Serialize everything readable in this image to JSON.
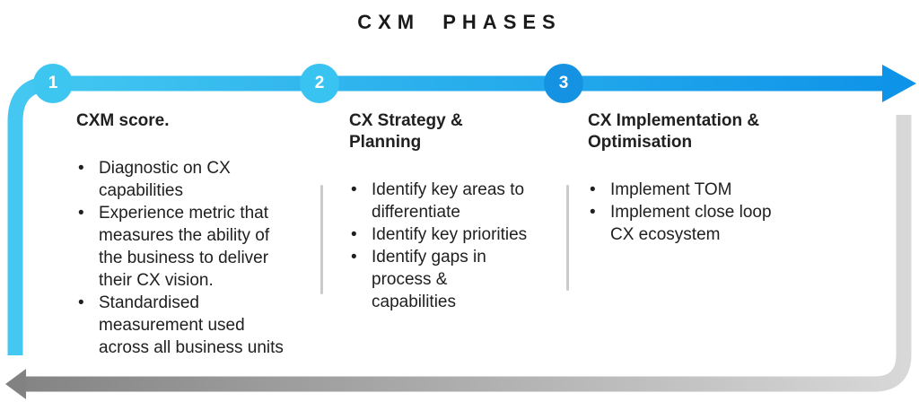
{
  "title": "CXM PHASES",
  "colors": {
    "cyan": "#45c9f1",
    "blue": "#0d93e8",
    "circle_1": "#3dc6f0",
    "circle_2": "#38c3f0",
    "circle_3": "#1692e2",
    "gray_dark": "#828282",
    "gray_light": "#d8d8d8",
    "divider": "#cbcbcb",
    "text": "#202020"
  },
  "phases": [
    {
      "number": "1",
      "heading": "CXM score.",
      "bullets": [
        [
          "Diagnostic on CX",
          "capabilities"
        ],
        [
          "Experience metric that",
          "measures the ability of",
          "the business to deliver",
          "their CX vision."
        ],
        [
          "Standardised",
          "measurement used",
          "across all business units"
        ]
      ]
    },
    {
      "number": "2",
      "heading": "CX Strategy &\nPlanning",
      "bullets": [
        [
          "Identify key areas to",
          "differentiate"
        ],
        [
          "Identify key priorities"
        ],
        [
          "Identify gaps in",
          "process &",
          "capabilities"
        ]
      ]
    },
    {
      "number": "3",
      "heading": "CX Implementation &\nOptimisation",
      "bullets": [
        [
          "Implement TOM"
        ],
        [
          "Implement close loop",
          "CX ecosystem"
        ]
      ]
    }
  ]
}
